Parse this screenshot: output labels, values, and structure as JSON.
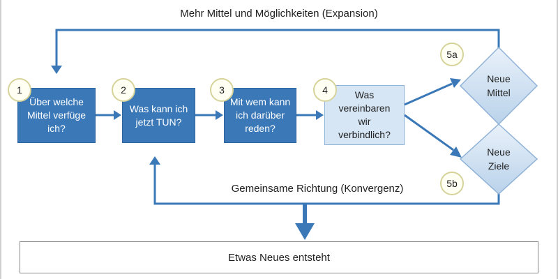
{
  "labels": {
    "expansion": "Mehr Mittel und Möglichkeiten (Expansion)",
    "convergence": "Gemeinsame Richtung (Konvergenz)"
  },
  "steps": [
    {
      "number": "1",
      "text": "Über welche\nMittel verfüge\nich?"
    },
    {
      "number": "2",
      "text": "Was kann ich\njetzt TUN?"
    },
    {
      "number": "3",
      "text": "Mit wem kann\nich darüber\nreden?"
    },
    {
      "number": "4",
      "text": "Was\nvereinbaren\nwir\nverbindlich?"
    }
  ],
  "outcomes": [
    {
      "number": "5a",
      "text": "Neue\nMittel"
    },
    {
      "number": "5b",
      "text": "Neue\nZiele"
    }
  ],
  "result": "Etwas Neues entsteht",
  "colors": {
    "dark_box": "#3a78b8",
    "light_box": "#d6e6f5",
    "arrow": "#3a78b8",
    "circle_border": "#d6d39a"
  }
}
